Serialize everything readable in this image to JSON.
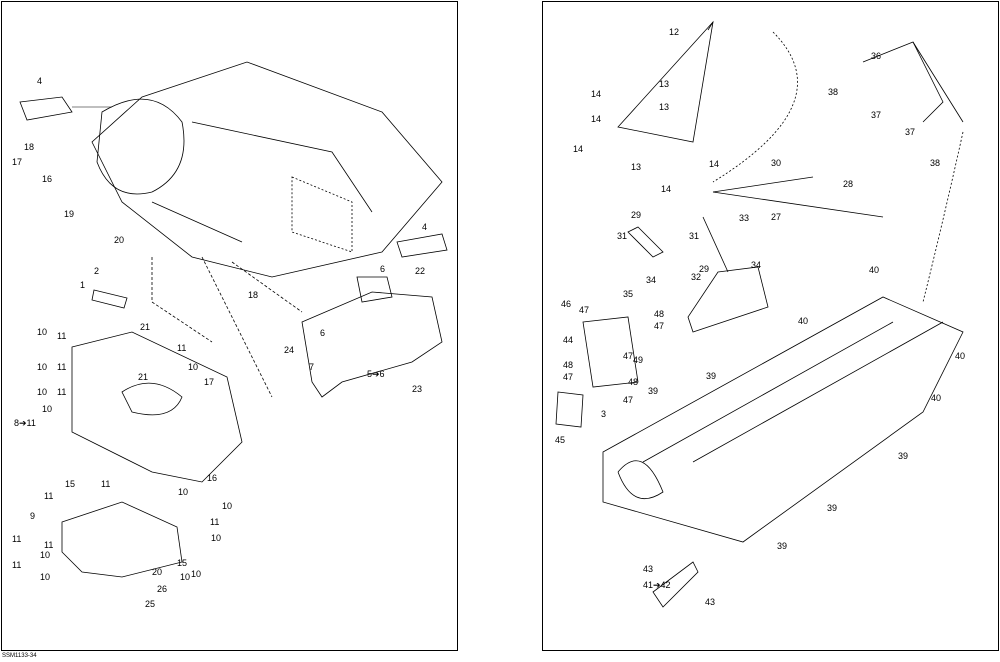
{
  "drawing_ref": "SSM1133-34",
  "left_labels": [
    "4",
    "18",
    "17",
    "16",
    "19",
    "20",
    "18",
    "4",
    "22",
    "2",
    "1",
    "21",
    "21",
    "10",
    "11",
    "10",
    "11",
    "10",
    "11",
    "10",
    "8➔11",
    "11",
    "10",
    "17",
    "16",
    "24",
    "7",
    "6",
    "6",
    "5➔6",
    "23",
    "15",
    "11",
    "10",
    "10",
    "11",
    "10",
    "11",
    "9",
    "11",
    "10",
    "11",
    "10",
    "20",
    "26",
    "25",
    "15",
    "10",
    "11",
    "10"
  ],
  "right_labels": [
    "12",
    "13",
    "13",
    "14",
    "14",
    "14",
    "13",
    "14",
    "14",
    "30",
    "28",
    "27",
    "36",
    "38",
    "37",
    "37",
    "38",
    "29",
    "31",
    "33",
    "31",
    "34",
    "35",
    "32",
    "29",
    "34",
    "40",
    "40",
    "40",
    "40",
    "46",
    "47",
    "48",
    "47",
    "44",
    "48",
    "47",
    "47",
    "48",
    "49",
    "47",
    "3",
    "39",
    "45",
    "39",
    "39",
    "39",
    "39",
    "43",
    "43",
    "41➔42"
  ]
}
